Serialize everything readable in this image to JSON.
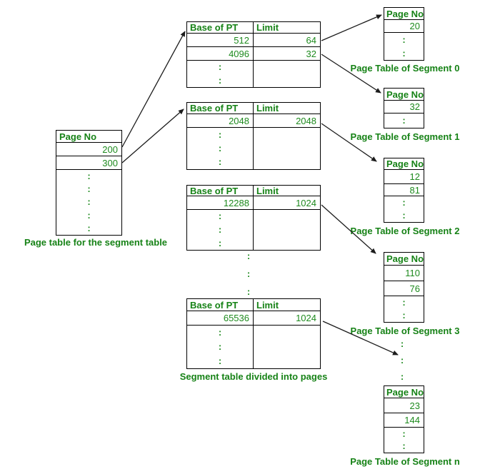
{
  "glyphs": {
    "colon": ":"
  },
  "colors": {
    "text_green": "#1e8a1e",
    "caption_green": "#168216",
    "border": "#000000",
    "arrow": "#1c1c1c",
    "background": "#ffffff"
  },
  "left_table": {
    "header": "Page No",
    "rows": [
      "200",
      "300"
    ],
    "caption": "Page table for the segment table"
  },
  "segment_table": {
    "caption": "Segment table divided into pages",
    "pages": [
      {
        "base_header": "Base of PT",
        "limit_header": "Limit",
        "rows": [
          {
            "base": "512",
            "limit": "64"
          },
          {
            "base": "4096",
            "limit": "32"
          }
        ]
      },
      {
        "base_header": "Base of PT",
        "limit_header": "Limit",
        "rows": [
          {
            "base": "2048",
            "limit": "2048"
          }
        ]
      },
      {
        "base_header": "Base of PT",
        "limit_header": "Limit",
        "rows": [
          {
            "base": "12288",
            "limit": "1024"
          }
        ]
      },
      {
        "base_header": "Base of PT",
        "limit_header": "Limit",
        "rows": [
          {
            "base": "65536",
            "limit": "1024"
          }
        ]
      }
    ]
  },
  "page_tables": [
    {
      "header": "Page No",
      "rows": [
        "20"
      ],
      "caption": "Page Table of Segment 0"
    },
    {
      "header": "Page No",
      "rows": [
        "32"
      ],
      "caption": "Page Table of Segment 1"
    },
    {
      "header": "Page No",
      "rows": [
        "12",
        "81"
      ],
      "caption": "Page Table of Segment 2"
    },
    {
      "header": "Page No",
      "rows": [
        "110",
        "76"
      ],
      "caption": "Page Table of Segment 3"
    },
    {
      "header": "Page No",
      "rows": [
        "23",
        "144"
      ],
      "caption": "Page Table of Segment n"
    }
  ]
}
